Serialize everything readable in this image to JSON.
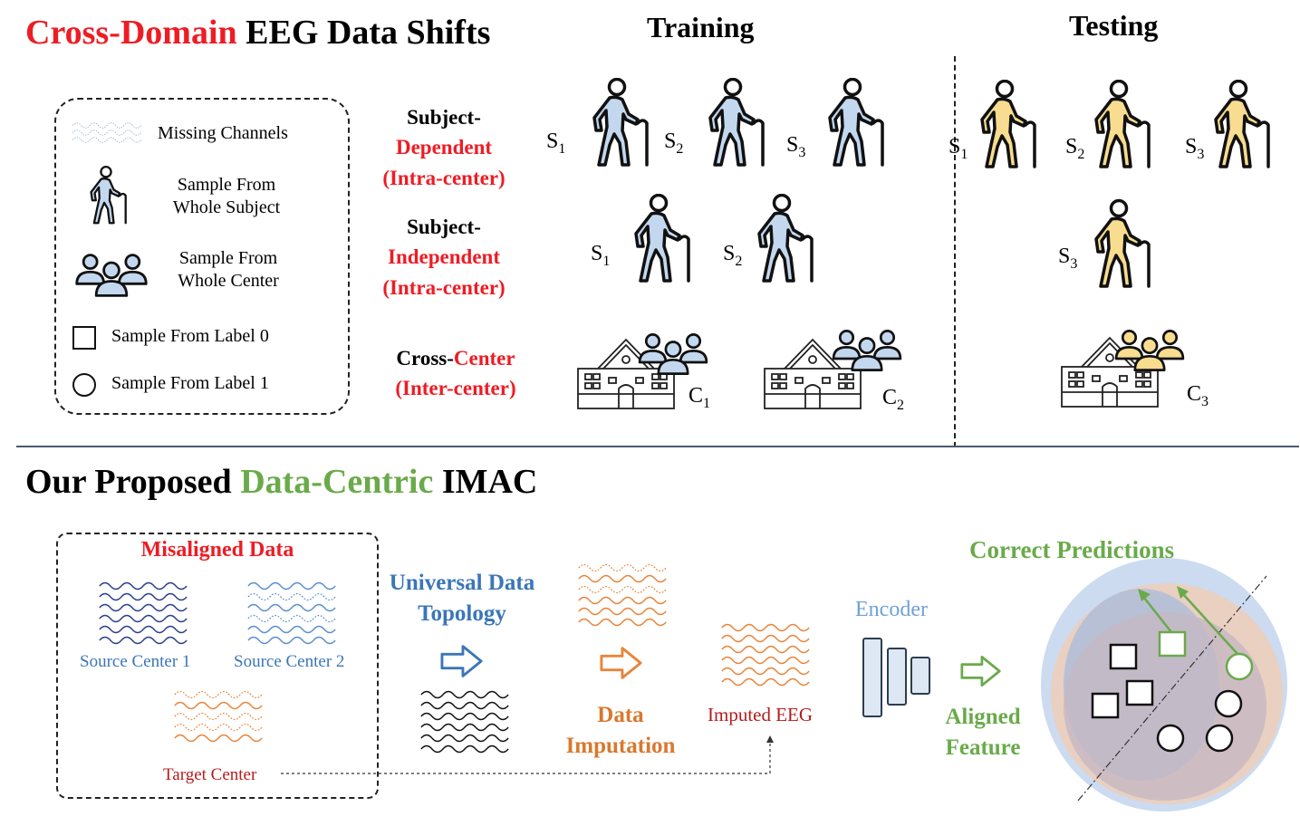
{
  "top": {
    "title_red": "Cross-Domain",
    "title_rest": " EEG Data Shifts",
    "training": "Training",
    "testing": "Testing"
  },
  "legend": {
    "missing": "Missing Channels",
    "subject_l1": "Sample From",
    "subject_l2": "Whole Subject",
    "center_l1": "Sample From",
    "center_l2": "Whole Center",
    "label0": "Sample From Label 0",
    "label1": "Sample From Label 1"
  },
  "rows": {
    "dep_l1": "Subject-",
    "dep_l2": "Dependent",
    "dep_l3": "(Intra-center)",
    "ind_l1": "Subject-",
    "ind_l2": "Independent",
    "ind_l3": "(Intra-center)",
    "cc_l1a": "Cross-",
    "cc_l1b": "Center",
    "cc_l2": "(Inter-center)"
  },
  "ids": {
    "S": "S",
    "C": "C",
    "n1": "1",
    "n2": "2",
    "n3": "3"
  },
  "bottom": {
    "title_a": "Our Proposed ",
    "title_b": "Data-Centric",
    "title_c": " IMAC",
    "misaligned": "Misaligned Data",
    "source1": "Source Center 1",
    "source2": "Source Center 2",
    "target": "Target Center",
    "udt_l1": "Universal Data",
    "udt_l2": "Topology",
    "di_l1": "Data",
    "di_l2": "Imputation",
    "imputed": "Imputed EEG",
    "encoder": "Encoder",
    "af_l1": "Aligned",
    "af_l2": "Feature",
    "correct": "Correct Predictions"
  },
  "colors": {
    "red": "#ee1c24",
    "green": "#6aaa4a",
    "blue": "#3a76b8",
    "orange": "#e8843a",
    "train_fill": "#c3d8ef",
    "test_fill": "#f8dc8f",
    "encoder_fill": "#dde8f4"
  },
  "icons": {
    "person": "elderly-person-with-cane-icon",
    "group": "group-of-people-icon",
    "building": "hospital-building-icon"
  }
}
